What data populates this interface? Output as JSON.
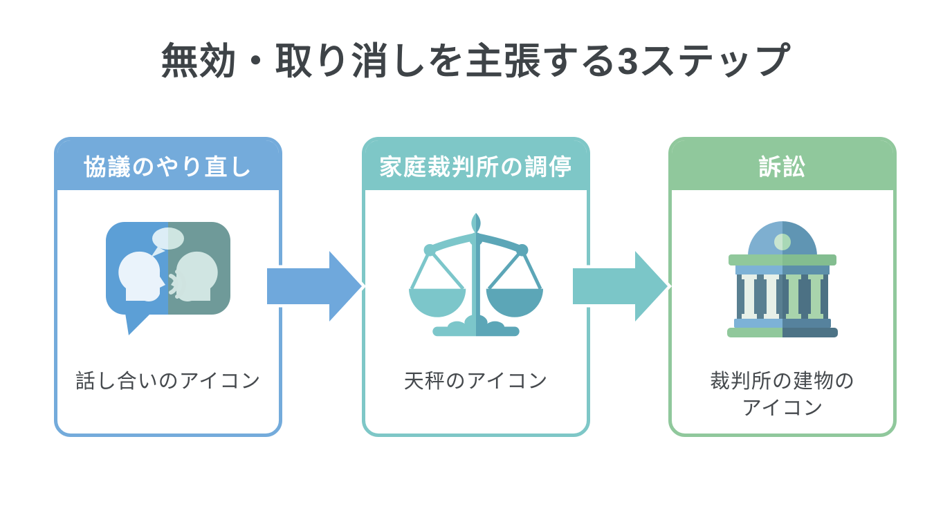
{
  "page": {
    "background_color": "#FFFFFF"
  },
  "title": {
    "text": "無効・取り消しを主張する3ステップ",
    "color": "#3E4347"
  },
  "steps": [
    {
      "header": "協議のやり直し",
      "caption": "話し合いのアイコン",
      "icon": "discussion-icon",
      "accent_color": "#74ABDB"
    },
    {
      "header": "家庭裁判所の調停",
      "caption": "天秤のアイコン",
      "icon": "scales-icon",
      "accent_color": "#7EC7C7"
    },
    {
      "header": "訴訟",
      "caption": "裁判所の建物の\nアイコン",
      "icon": "courthouse-icon",
      "accent_color": "#90C89C"
    }
  ],
  "arrows": [
    {
      "name": "arrow-step1-to-step2",
      "color": "#6FA8DC"
    },
    {
      "name": "arrow-step2-to-step3",
      "color": "#7BC6C8"
    }
  ]
}
